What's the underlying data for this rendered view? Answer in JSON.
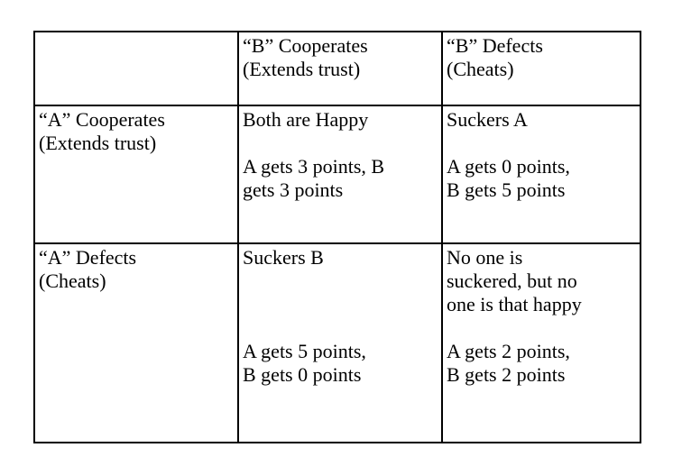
{
  "document": {
    "type": "payoff-matrix-table",
    "background_color": "#ffffff",
    "text_color": "#000000",
    "border_color": "#000000"
  },
  "table": {
    "corner_cell": "",
    "column_headers": [
      {
        "line1": "“B” Cooperates",
        "line2": "(Extends trust)"
      },
      {
        "line1": "“B” Defects",
        "line2": "(Cheats)"
      }
    ],
    "rows": [
      {
        "header": {
          "line1": "“A” Cooperates",
          "line2": "(Extends trust)"
        },
        "cells": [
          {
            "outcome": "Both are Happy",
            "payoff_line1": "A gets 3 points, B",
            "payoff_line2": "gets 3 points",
            "a_points": 3,
            "b_points": 3
          },
          {
            "outcome": "Suckers A",
            "payoff_line1": "A gets 0 points,",
            "payoff_line2": "B gets 5 points",
            "a_points": 0,
            "b_points": 5
          }
        ]
      },
      {
        "header": {
          "line1": "“A” Defects",
          "line2": "(Cheats)"
        },
        "cells": [
          {
            "outcome": "Suckers B",
            "outcome_line2": "",
            "outcome_line3": "",
            "payoff_line1": "A gets 5 points,",
            "payoff_line2": "B gets 0 points",
            "a_points": 5,
            "b_points": 0
          },
          {
            "outcome": "No one is",
            "outcome_line2": "suckered, but no",
            "outcome_line3": "one is that happy",
            "payoff_line1": "A gets 2 points,",
            "payoff_line2": "B gets 2 points",
            "a_points": 2,
            "b_points": 2
          }
        ]
      }
    ]
  }
}
